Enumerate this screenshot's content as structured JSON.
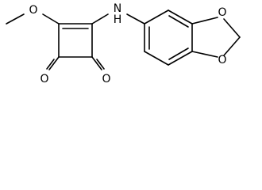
{
  "molecule": {
    "atoms": {
      "o_methoxy": "O",
      "n_amine": "N",
      "h_amine": "H",
      "o_carbonyl_left": "O",
      "o_carbonyl_right": "O",
      "o_dioxole_top": "O",
      "o_dioxole_bottom": "O"
    }
  },
  "colors": {
    "bond": "#000000",
    "label": "#000000",
    "background": "#ffffff"
  }
}
